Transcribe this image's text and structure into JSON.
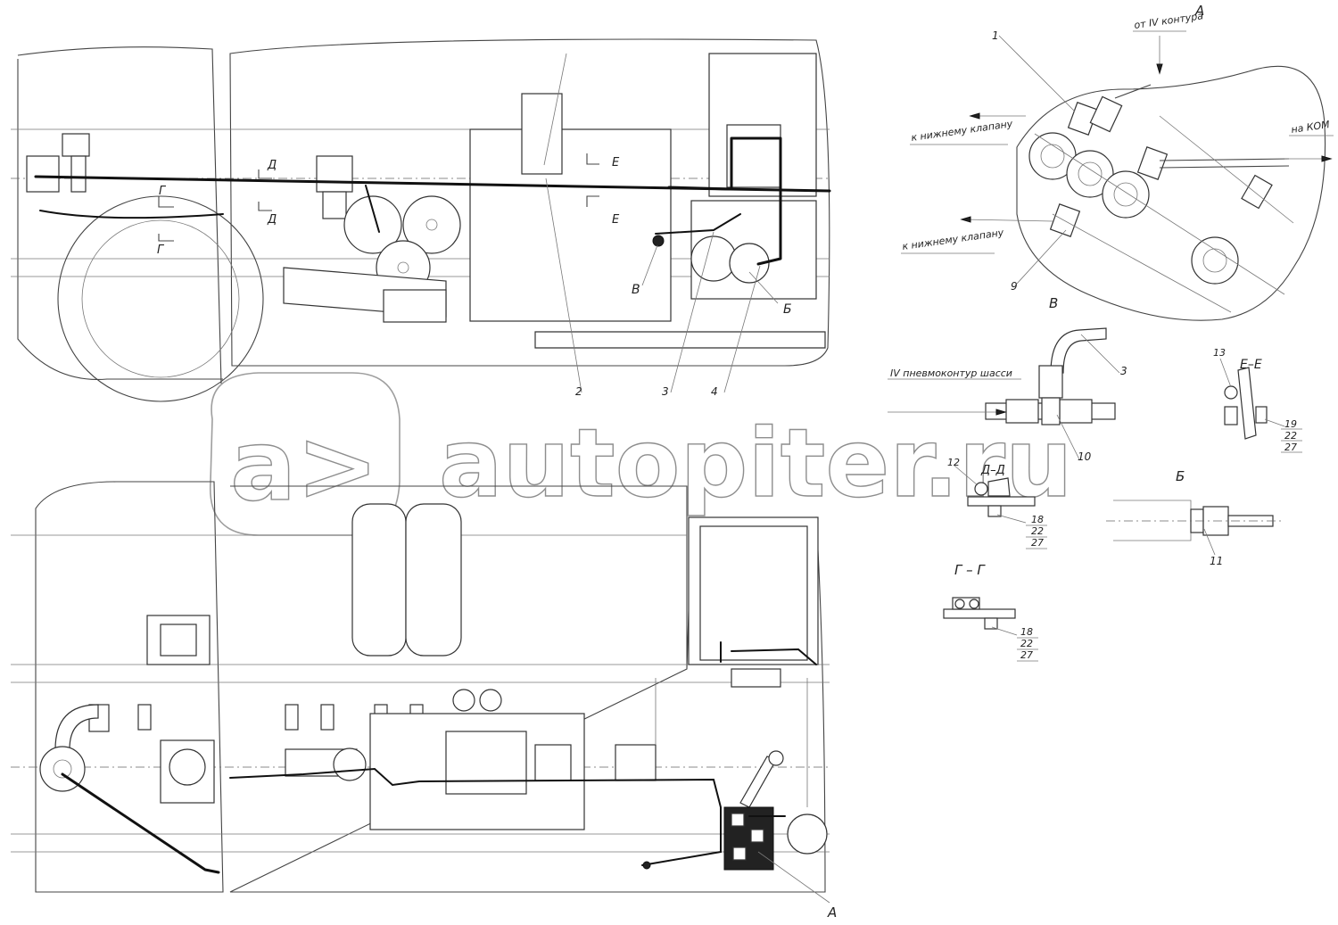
{
  "watermark": {
    "text": "autopiter.ru",
    "logo_glyphs": "a>"
  },
  "views": {
    "A": "А",
    "B": "Б",
    "V": "В",
    "DD": "Д–Д",
    "EE": "Е–Е",
    "GG": "Г – Г"
  },
  "section_marks": {
    "D": "Д",
    "E": "Е",
    "G": "Г"
  },
  "callouts": {
    "c1": "1",
    "c2": "2",
    "c3": "3",
    "c3b": "3",
    "c4": "4",
    "c9": "9",
    "c10": "10",
    "c11": "11",
    "c12": "12",
    "c13": "13",
    "c18a": "18",
    "c22a": "22",
    "c27a": "27",
    "c18b": "18",
    "c22b": "22",
    "c27b": "27",
    "c19": "19",
    "c22c": "22",
    "c27c": "27"
  },
  "annotations": {
    "from_contour": "от IV контура",
    "to_lower_valve_1": "к нижнему клапану",
    "to_lower_valve_2": "к нижнему клапану",
    "to_kom": "на КОМ",
    "chassis_circuit": "IV пневмоконтур шасси"
  }
}
